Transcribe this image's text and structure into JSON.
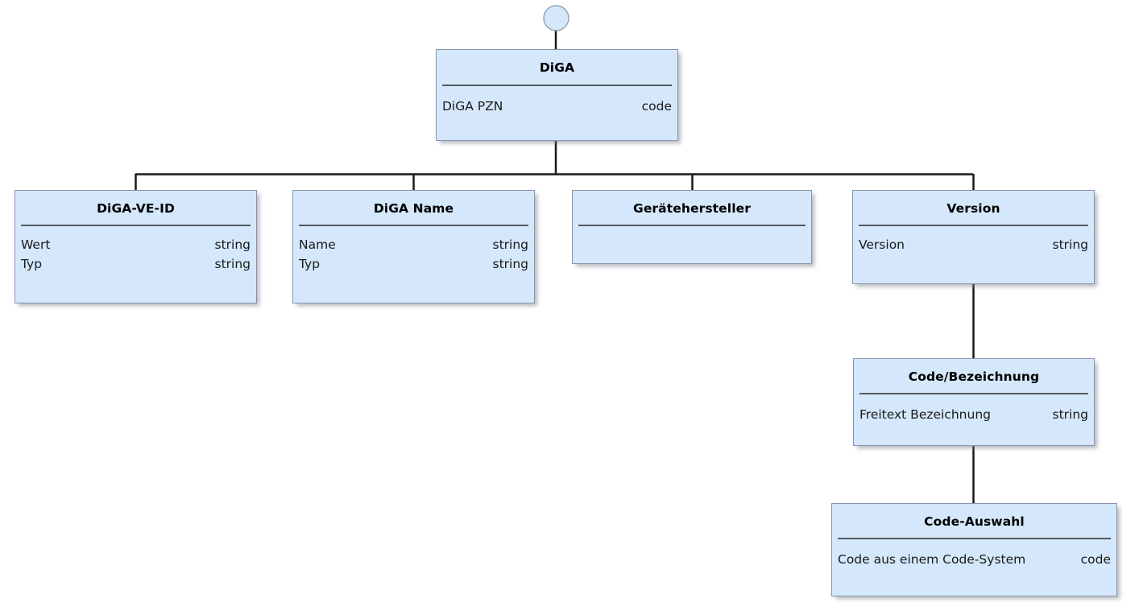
{
  "diagram": {
    "type": "uml-class-tree",
    "title": "DiGA",
    "start_connector": {
      "shape": "circle",
      "fill": "#d4e7fb",
      "stroke": "#8795ab"
    },
    "palette": {
      "node_fill": "#d4e7fb",
      "node_border": "#8795ab",
      "separator": "#55595e",
      "edge": "#1a1a1a",
      "text": "#000000",
      "background": "#ffffff"
    },
    "nodes": [
      {
        "id": "diga",
        "title": "DiGA",
        "attributes": [
          {
            "name": "DiGA PZN",
            "type": "code"
          }
        ]
      },
      {
        "id": "digaveid",
        "title": "DiGA-VE-ID",
        "attributes": [
          {
            "name": "Wert",
            "type": "string"
          },
          {
            "name": "Typ",
            "type": "string"
          }
        ]
      },
      {
        "id": "diganame",
        "title": "DiGA Name",
        "attributes": [
          {
            "name": "Name",
            "type": "string"
          },
          {
            "name": "Typ",
            "type": "string"
          }
        ]
      },
      {
        "id": "hersteller",
        "title": "Gerätehersteller",
        "attributes": []
      },
      {
        "id": "version",
        "title": "Version",
        "attributes": [
          {
            "name": "Version",
            "type": "string"
          }
        ]
      },
      {
        "id": "codebez",
        "title": "Code/Bezeichnung",
        "attributes": [
          {
            "name": "Freitext Bezeichnung",
            "type": "string"
          }
        ]
      },
      {
        "id": "codeauswahl",
        "title": "Code-Auswahl",
        "attributes": [
          {
            "name": "Code aus einem Code-System",
            "type": "code"
          }
        ]
      }
    ],
    "edges": [
      {
        "from": "start-circle",
        "to": "diga"
      },
      {
        "from": "diga",
        "to": "digaveid"
      },
      {
        "from": "diga",
        "to": "diganame"
      },
      {
        "from": "diga",
        "to": "hersteller"
      },
      {
        "from": "diga",
        "to": "version"
      },
      {
        "from": "version",
        "to": "codebez"
      },
      {
        "from": "codebez",
        "to": "codeauswahl"
      }
    ]
  }
}
